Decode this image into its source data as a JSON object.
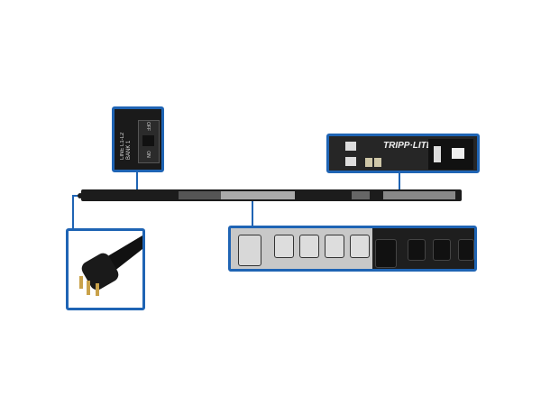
{
  "breaker_panel": {
    "label_line1": "LINE L1-L2",
    "label_line2": "BANK 1",
    "switch_off": "OFF",
    "switch_on": "ON"
  },
  "controller_panel": {
    "brand": "TRIPP·LITE"
  },
  "colors": {
    "callout": "#1f64b4",
    "pdu_body": "#1c1c1c",
    "outlet_gray": "#c8c8c8"
  },
  "icons": [
    "breaker-switch-icon",
    "ethernet-port-icon",
    "usb-port-icon",
    "lcd-display-icon",
    "power-plug-icon",
    "c19-outlet-icon",
    "c13-outlet-icon"
  ]
}
